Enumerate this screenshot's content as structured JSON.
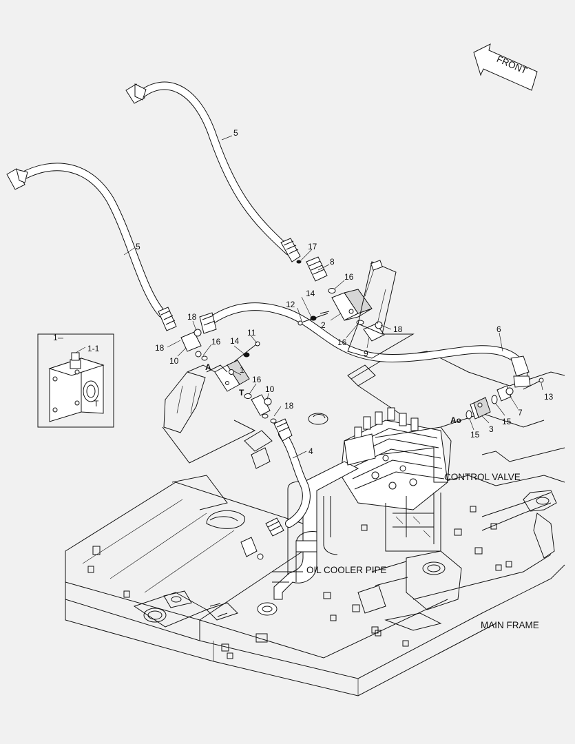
{
  "front_label": "FRONT",
  "inset": {
    "callout": "1",
    "sub_callout": "1-1",
    "port": "T"
  },
  "ports": {
    "a": "A",
    "t": "T",
    "ao": "Ao"
  },
  "callouts": {
    "hose_5_upper": "5",
    "hose_5_lower": "5",
    "hose_6": "6",
    "hose_4": "4",
    "c17": "17",
    "c8": "8",
    "c16_a": "16",
    "c14_a": "14",
    "c12": "12",
    "c2": "2",
    "c16_b": "16",
    "c18_a": "18",
    "c9": "9",
    "c18_b": "18",
    "c18_c": "18",
    "c10_a": "10",
    "c16_c": "16",
    "c14_b": "14",
    "c11": "11",
    "c1": "1",
    "c16_d": "16",
    "c10_b": "10",
    "c18_d": "18",
    "c13": "13",
    "c7": "7",
    "c15_a": "15",
    "c3": "3",
    "c15_b": "15"
  },
  "labels": {
    "control_valve": "CONTROL VALVE",
    "oil_cooler_pipe": "OIL COOLER PIPE",
    "main_frame": "MAIN FRAME"
  }
}
